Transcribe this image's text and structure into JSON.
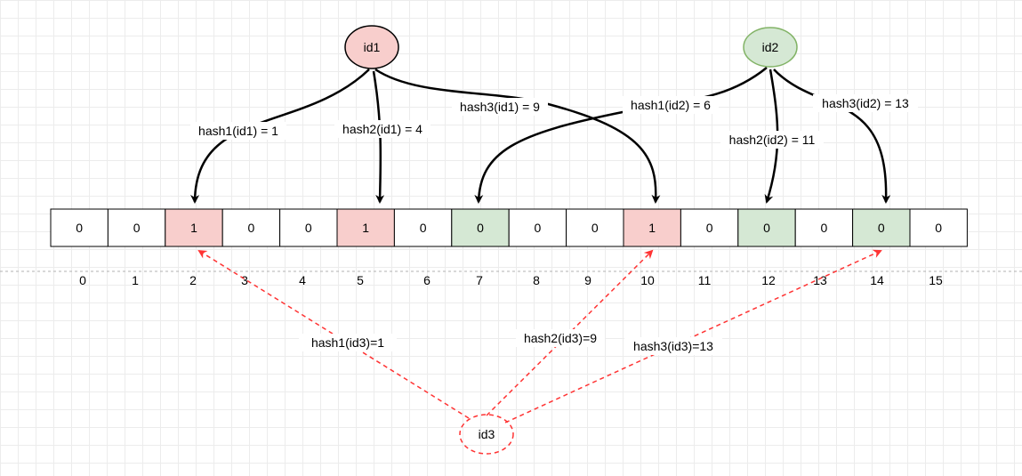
{
  "bits": {
    "values": [
      "0",
      "0",
      "1",
      "0",
      "0",
      "1",
      "0",
      "0",
      "0",
      "0",
      "1",
      "0",
      "0",
      "0",
      "0",
      "0"
    ],
    "indices": [
      "0",
      "1",
      "2",
      "3",
      "4",
      "5",
      "6",
      "7",
      "8",
      "9",
      "10",
      "11",
      "12",
      "13",
      "14",
      "15"
    ]
  },
  "nodes": {
    "id1": "id1",
    "id2": "id2",
    "id3": "id3"
  },
  "edges": {
    "id1_h1": "hash1(id1) = 1",
    "id1_h2": "hash2(id1) = 4",
    "id1_h3": "hash3(id1) = 9",
    "id2_h1": "hash1(id2) = 6",
    "id2_h2": "hash2(id2) = 11",
    "id2_h3": "hash3(id2) = 13",
    "id3_h1": "hash1(id3)=1",
    "id3_h2": "hash2(id3)=9",
    "id3_h3": "hash3(id3)=13"
  },
  "colors": {
    "red_fill": "#f8cecc",
    "red_stroke": "#b85450",
    "green_fill": "#d5e8d4",
    "green_stroke": "#82b366",
    "query_stroke": "#ff3333"
  }
}
